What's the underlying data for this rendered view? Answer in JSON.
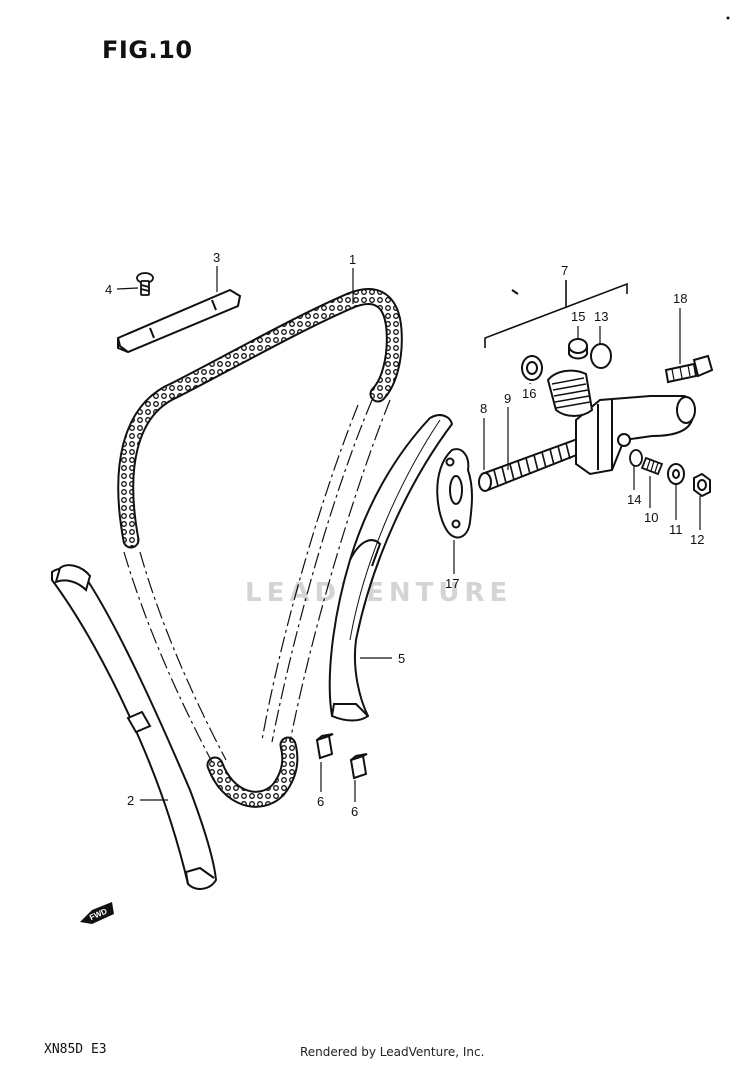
{
  "figure": {
    "title": "FIG.10",
    "model": "XN85D  E3"
  },
  "footer": {
    "credit": "Rendered by LeadVenture, Inc."
  },
  "watermark": {
    "text": "LEADVENTURE"
  },
  "fwd_marker": {
    "label": "FWD"
  },
  "callouts": [
    {
      "id": "1",
      "label": "1",
      "part": "cam-chain"
    },
    {
      "id": "2",
      "label": "2",
      "part": "chain-guide-front"
    },
    {
      "id": "3",
      "label": "3",
      "part": "chain-guide-top"
    },
    {
      "id": "4",
      "label": "4",
      "part": "screw"
    },
    {
      "id": "5",
      "label": "5",
      "part": "tensioner-guide"
    },
    {
      "id": "6a",
      "label": "6",
      "part": "cushion-left"
    },
    {
      "id": "6b",
      "label": "6",
      "part": "cushion-right"
    },
    {
      "id": "7",
      "label": "7",
      "part": "tensioner-assembly"
    },
    {
      "id": "8",
      "label": "8",
      "part": "push-rod"
    },
    {
      "id": "9",
      "label": "9",
      "part": "spring"
    },
    {
      "id": "10",
      "label": "10",
      "part": "adjust-screw"
    },
    {
      "id": "11",
      "label": "11",
      "part": "washer"
    },
    {
      "id": "12",
      "label": "12",
      "part": "nut"
    },
    {
      "id": "13",
      "label": "13",
      "part": "o-ring"
    },
    {
      "id": "14",
      "label": "14",
      "part": "o-ring-small"
    },
    {
      "id": "15",
      "label": "15",
      "part": "cap"
    },
    {
      "id": "16",
      "label": "16",
      "part": "seal"
    },
    {
      "id": "17",
      "label": "17",
      "part": "gasket"
    },
    {
      "id": "18",
      "label": "18",
      "part": "bolt"
    }
  ],
  "colors": {
    "ink": "#111111",
    "watermark": "#d4d4d4",
    "background": "#ffffff"
  }
}
